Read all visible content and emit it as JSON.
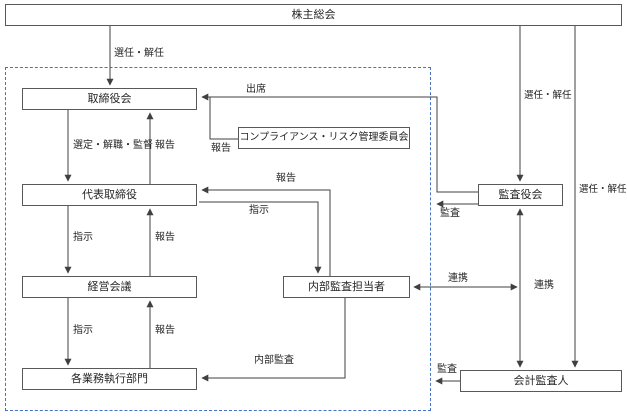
{
  "diagram": {
    "title": "corporate-governance-structure",
    "nodes": {
      "shareholders": {
        "label": "株主総会"
      },
      "board": {
        "label": "取締役会"
      },
      "compliance": {
        "label": "コンプライアンス・リスク管理委員会"
      },
      "representative": {
        "label": "代表取締役"
      },
      "management": {
        "label": "経営会議"
      },
      "internal_audit": {
        "label": "内部監査担当者"
      },
      "departments": {
        "label": "各業務執行部門"
      },
      "audit_board": {
        "label": "監査役会"
      },
      "accounting_auditor": {
        "label": "会計監査人"
      }
    },
    "edge_labels": {
      "appoint_dismiss_board": "選任・解任",
      "appoint_dismiss_auditboard": "選任・解任",
      "appoint_dismiss_accounting": "選任・解任",
      "attendance": "出席",
      "report_compliance": "報告",
      "select_dismiss_supervise": "選定・解職・監督",
      "report_board": "報告",
      "instruct_management": "指示",
      "report_management": "報告",
      "instruct_departments": "指示",
      "report_departments": "報告",
      "report_internal": "報告",
      "instruct_internal": "指示",
      "internal_audit_flow": "内部監査",
      "audit_auditboard": "監査",
      "cooperation_horizontal": "連携",
      "cooperation_vertical": "連携",
      "audit_accounting": "監査"
    },
    "colors": {
      "line": "#404040",
      "box_border": "#595959",
      "boundary_dashed": "#4472c4"
    }
  }
}
